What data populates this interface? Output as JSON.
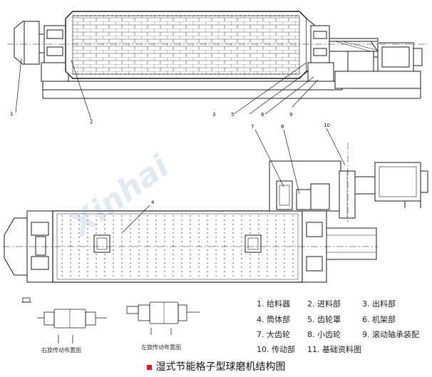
{
  "callouts": {
    "top": [
      "1",
      "2",
      "3",
      "5",
      "6",
      "9"
    ],
    "bottom": [
      "7",
      "8",
      "10",
      "4"
    ]
  },
  "legend": [
    "1. 给料器",
    "2. 进料部",
    "3. 出料部",
    "4. 筒体部",
    "5. 齿轮罩",
    "6. 机架部",
    "7. 大齿轮",
    "8. 小齿轮",
    "9. 滚动轴承装配",
    "10. 传动部",
    "11. 基础资料图"
  ],
  "layouts": {
    "right": "右旋传动布置图",
    "left": "左旋传动布置图"
  },
  "caption": "湿式节能格子型球磨机结构图",
  "watermark": "Xinhai",
  "colors": {
    "line": "#1a1a1a",
    "bullet": "#cc1f1f",
    "watermark": "#4a7fb0"
  }
}
